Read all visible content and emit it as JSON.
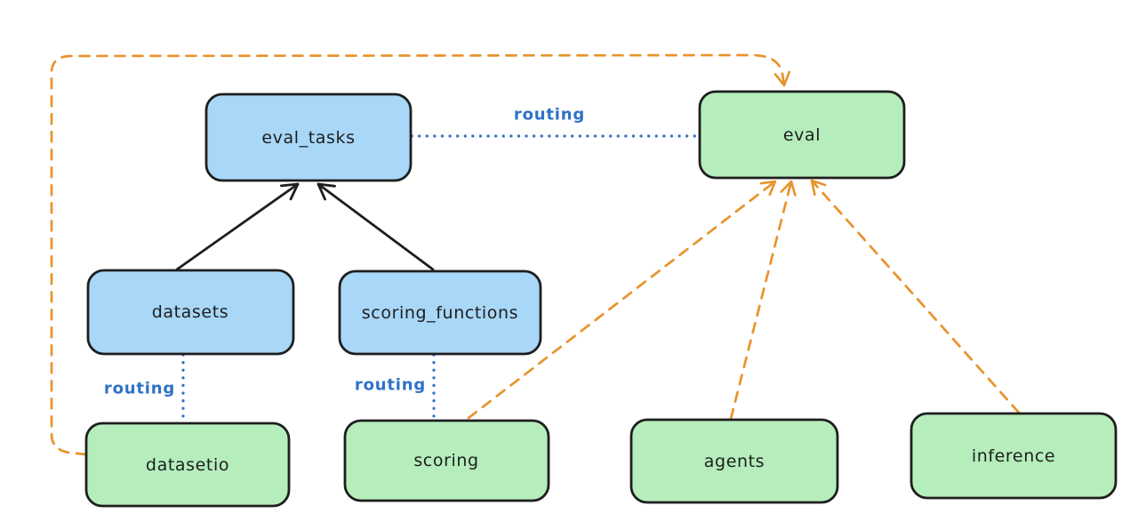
{
  "diagram": {
    "background": "#ffffff",
    "colors": {
      "node_stroke": "#1e1e1e",
      "blue_fill": "#a8d7f7",
      "green_fill": "#b5eebc",
      "routing_blue": "#2e72c8",
      "arrow_black": "#1e1e1e",
      "arrow_orange": "#e8932c"
    },
    "nodes": {
      "eval_tasks": {
        "label": "eval_tasks",
        "fill": "blue"
      },
      "eval": {
        "label": "eval",
        "fill": "green"
      },
      "datasets": {
        "label": "datasets",
        "fill": "blue"
      },
      "scoring_functions": {
        "label": "scoring_functions",
        "fill": "blue"
      },
      "datasetio": {
        "label": "datasetio",
        "fill": "green"
      },
      "scoring": {
        "label": "scoring",
        "fill": "green"
      },
      "agents": {
        "label": "agents",
        "fill": "green"
      },
      "inference": {
        "label": "inference",
        "fill": "green"
      }
    },
    "edge_labels": {
      "routing_top": "routing",
      "routing_datasets": "routing",
      "routing_scoring": "routing"
    },
    "edges": [
      {
        "from": "datasets",
        "to": "eval_tasks",
        "style": "solid-arrow",
        "color": "black"
      },
      {
        "from": "scoring_functions",
        "to": "eval_tasks",
        "style": "solid-arrow",
        "color": "black"
      },
      {
        "from": "eval_tasks",
        "to": "eval",
        "style": "dotted",
        "color": "blue",
        "label": "routing"
      },
      {
        "from": "datasets",
        "to": "datasetio",
        "style": "dotted",
        "color": "blue",
        "label": "routing"
      },
      {
        "from": "scoring_functions",
        "to": "scoring",
        "style": "dotted",
        "color": "blue",
        "label": "routing"
      },
      {
        "from": "datasetio",
        "to": "eval",
        "style": "dashed-arrow",
        "color": "orange"
      },
      {
        "from": "scoring",
        "to": "eval",
        "style": "dashed-arrow",
        "color": "orange"
      },
      {
        "from": "agents",
        "to": "eval",
        "style": "dashed-arrow",
        "color": "orange"
      },
      {
        "from": "inference",
        "to": "eval",
        "style": "dashed-arrow",
        "color": "orange"
      }
    ]
  }
}
